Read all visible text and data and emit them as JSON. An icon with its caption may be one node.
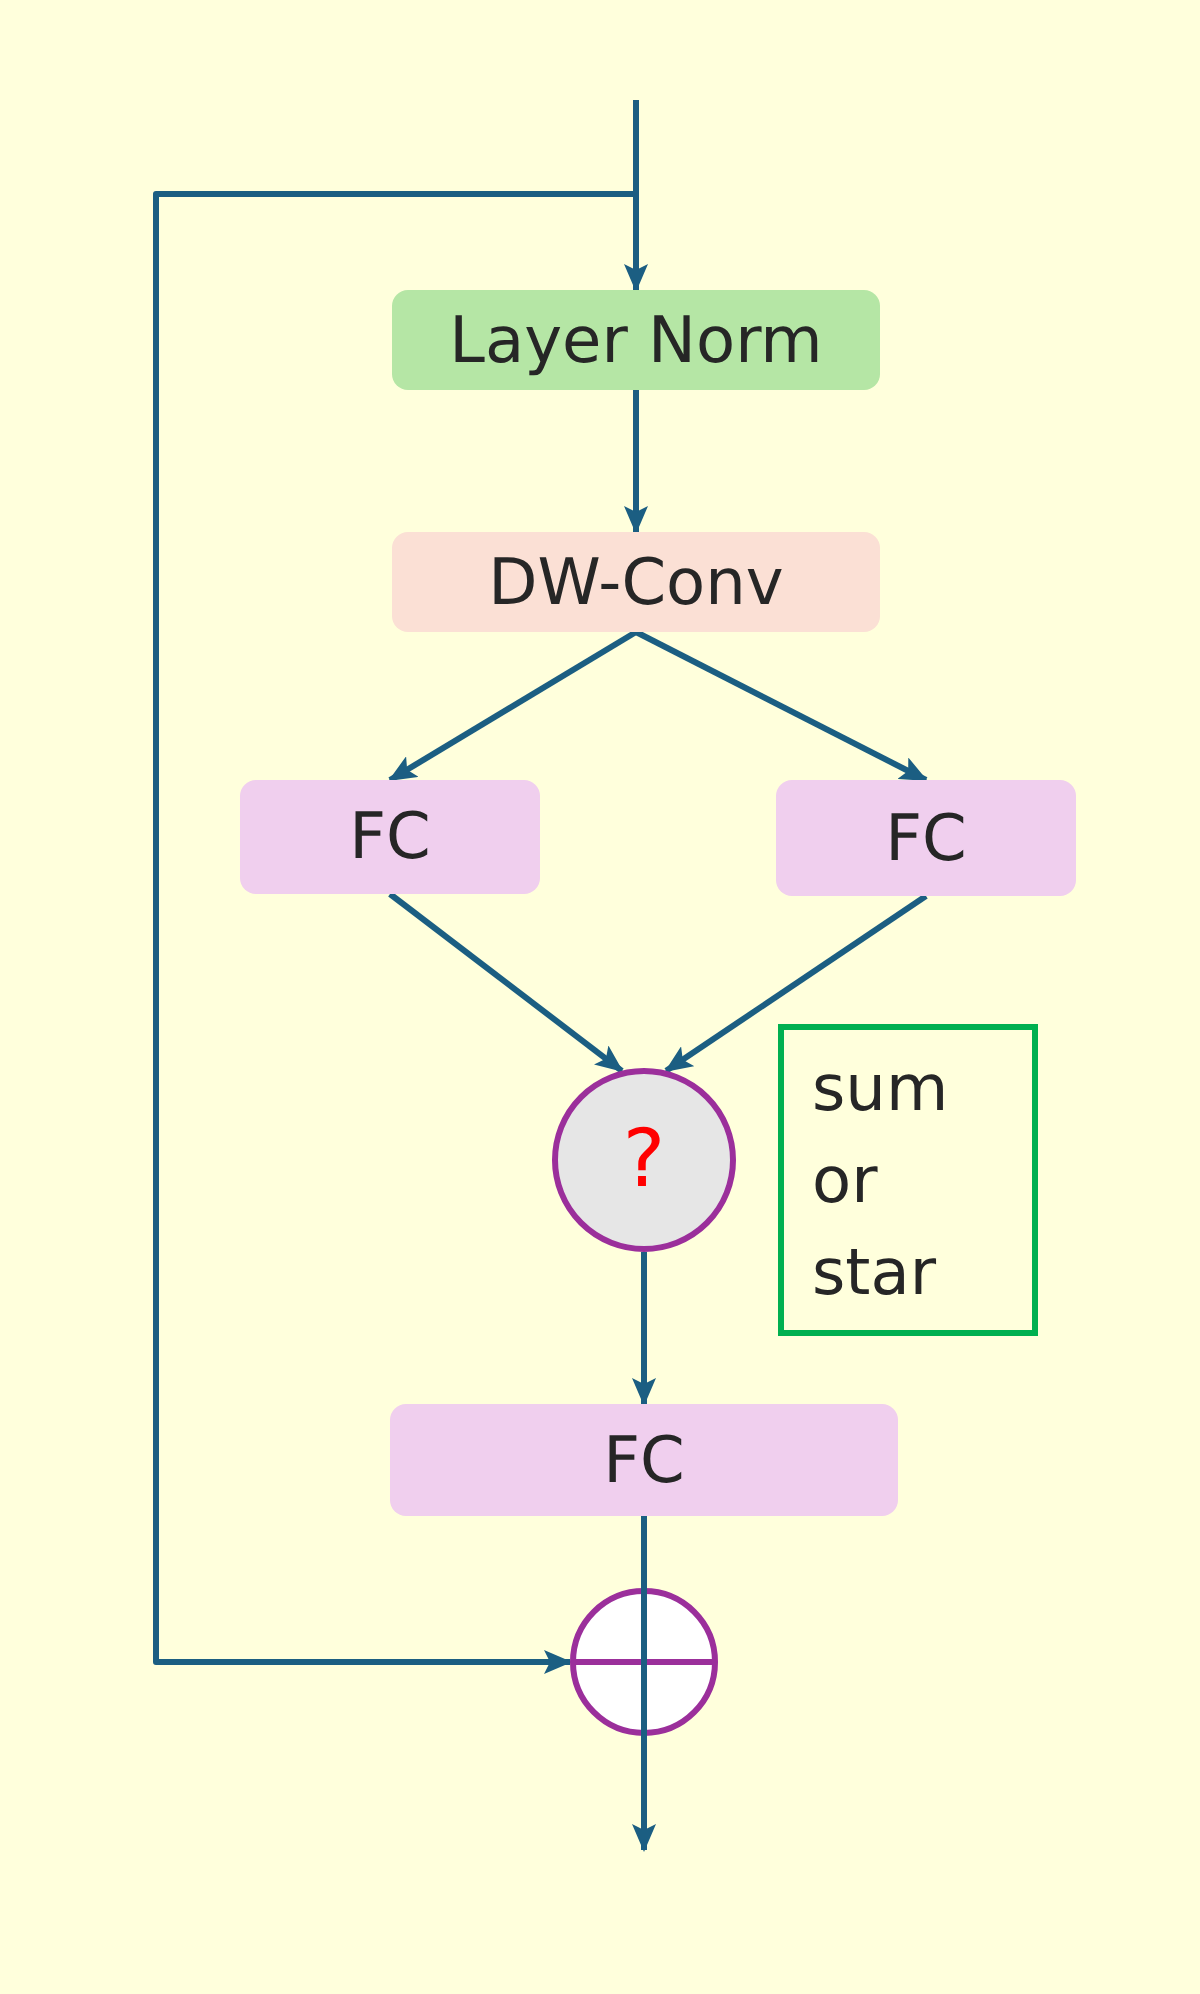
{
  "diagram": {
    "nodes": [
      {
        "text": [
          "Layer Norm"
        ]
      },
      {
        "text": [
          "DW-Conv"
        ]
      },
      {
        "text": [
          "FC"
        ]
      },
      {
        "text": [
          "FC"
        ]
      },
      {
        "text": [
          "?"
        ]
      },
      {
        "text": [
          "sum or star"
        ]
      },
      {
        "text": [
          "FC"
        ]
      },
      {
        "text": [],
        "shape": "circle"
      }
    ],
    "edges": [
      {
        "from": null,
        "to": 0,
        "arrow": "to"
      },
      {
        "from": null,
        "to": 7,
        "arrow": "to"
      },
      {
        "from": 0,
        "to": 1,
        "arrow": "to"
      },
      {
        "from": 1,
        "to": 2,
        "arrow": "to"
      },
      {
        "from": 1,
        "to": 3,
        "arrow": "to"
      },
      {
        "from": 2,
        "to": 4,
        "arrow": "to"
      },
      {
        "from": 3,
        "to": 4,
        "arrow": "to"
      },
      {
        "from": 4,
        "to": 6,
        "arrow": "to"
      },
      {
        "from": 6,
        "to": 7,
        "arrow": "none"
      },
      {
        "from": 7,
        "to": null,
        "arrow": "to"
      }
    ]
  }
}
